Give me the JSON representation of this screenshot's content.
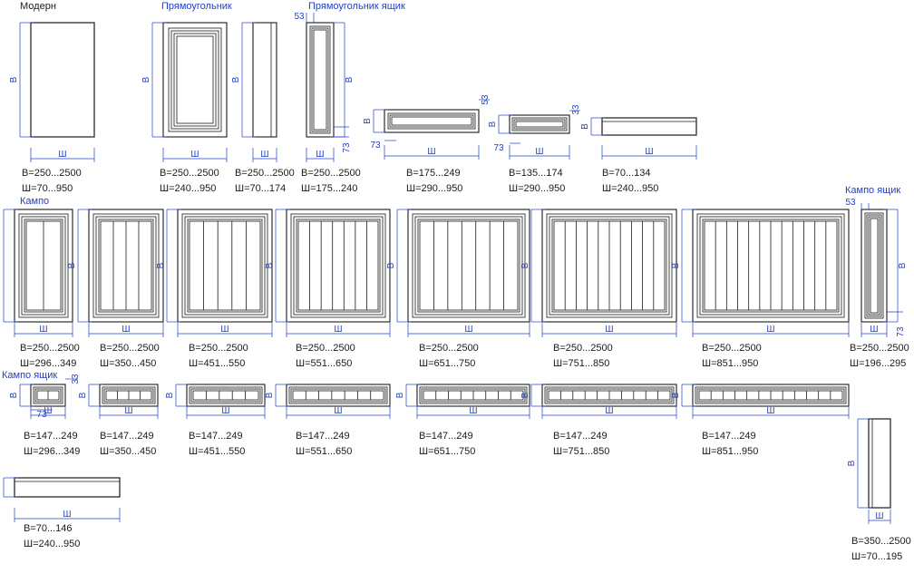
{
  "labels": {
    "height_symbol": "В",
    "width_symbol": "Ш",
    "dim_53": "53",
    "dim_73": "73",
    "dim_33": "33"
  },
  "sections": {
    "modern": "Модерн",
    "rect": "Прямоугольник",
    "rect_drawer": "Прямоугольник ящик",
    "campo": "Кампо",
    "campo_drawer_right": "Кампо ящик",
    "campo_drawer_left": "Кампо ящик"
  },
  "specs": {
    "modern": [
      "В=250...2500",
      "Ш=70...950"
    ],
    "rect_panel": [
      "В=250...2500",
      "Ш=240...950"
    ],
    "rect_narrow": [
      "В=250...2500",
      "Ш=70...174"
    ],
    "rect_drawer_tall": [
      "В=250...2500",
      "Ш=175...240"
    ],
    "rect_drawer_wide": [
      "В=175...249",
      "Ш=290...950"
    ],
    "rect_drawer_small": [
      "В=135...174",
      "Ш=290...950"
    ],
    "rect_plank": [
      "В=70...134",
      "Ш=240...950"
    ],
    "campo_1": [
      "В=250...2500",
      "Ш=296...349"
    ],
    "campo_2": [
      "В=250...2500",
      "Ш=350...450"
    ],
    "campo_3": [
      "В=250...2500",
      "Ш=451...550"
    ],
    "campo_4": [
      "В=250...2500",
      "Ш=551...650"
    ],
    "campo_5": [
      "В=250...2500",
      "Ш=651...750"
    ],
    "campo_6": [
      "В=250...2500",
      "Ш=751...850"
    ],
    "campo_7": [
      "В=250...2500",
      "Ш=851...950"
    ],
    "campo_narrow": [
      "В=250...2500",
      "Ш=196...295"
    ],
    "drawer_1": [
      "В=147...249",
      "Ш=296...349"
    ],
    "drawer_2": [
      "В=147...249",
      "Ш=350...450"
    ],
    "drawer_3": [
      "В=147...249",
      "Ш=451...550"
    ],
    "drawer_4": [
      "В=147...249",
      "Ш=551...650"
    ],
    "drawer_5": [
      "В=147...249",
      "Ш=651...750"
    ],
    "drawer_6": [
      "В=147...249",
      "Ш=751...850"
    ],
    "drawer_7": [
      "В=147...249",
      "Ш=851...950"
    ],
    "bottom_plank": [
      "В=70...146",
      "Ш=240...950"
    ],
    "tall_narrow": [
      "В=350...2500",
      "Ш=70...195"
    ]
  },
  "colors": {
    "dimension": "#1f3fd0",
    "outline": "#1a1a1a",
    "panel": "#ffffff",
    "dark_side": "#2a2a2a"
  }
}
